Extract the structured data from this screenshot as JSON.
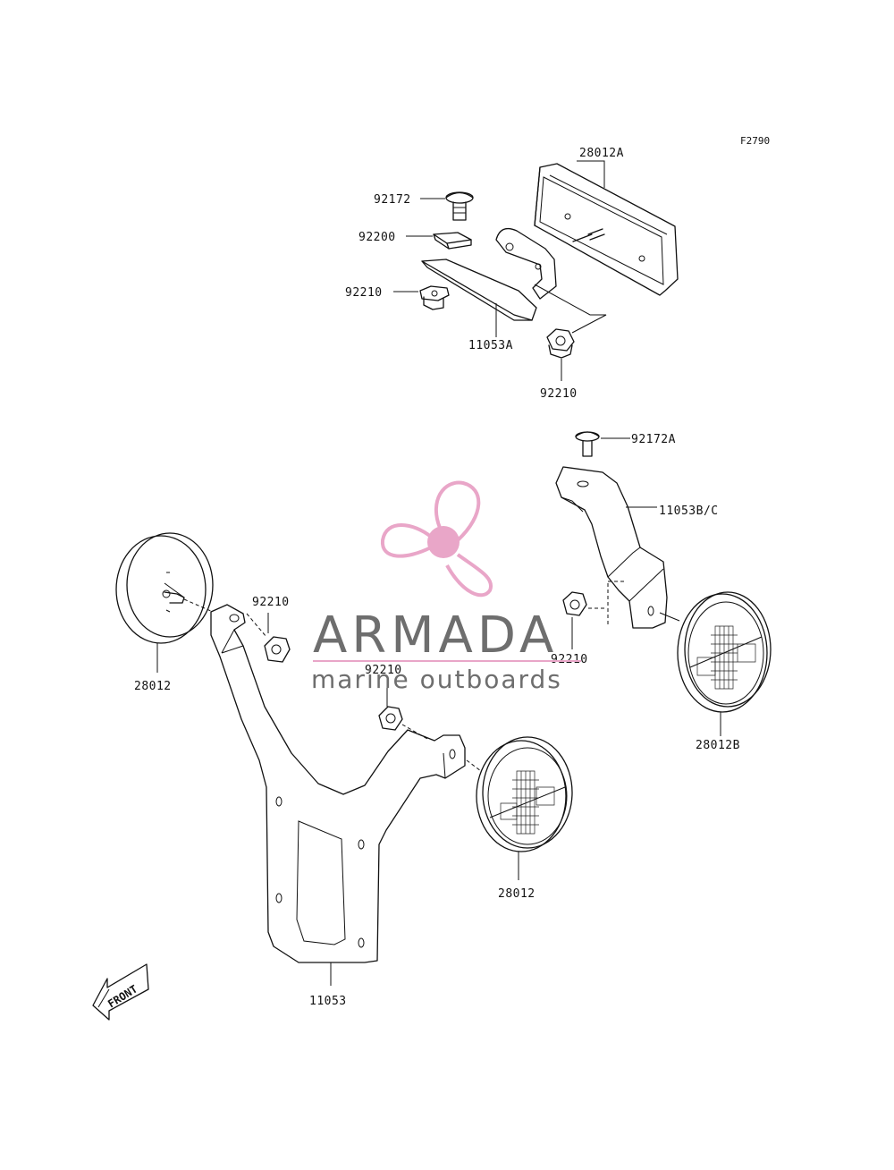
{
  "figure_code": "F2790",
  "front_label": "FRONT",
  "watermark": {
    "brand": "ARMADA",
    "tagline": "marine outboards",
    "logo_icon": "propeller-icon",
    "colors": {
      "logo": "#e9a6c8",
      "text": "#6e6e6e"
    }
  },
  "parts": {
    "p28012A": "28012A",
    "p92172": "92172",
    "p92200": "92200",
    "p92210_top": "92210",
    "p11053A": "11053A",
    "p92210_topnut": "92210",
    "p92172A": "92172A",
    "p11053BC": "11053B/C",
    "p92210_right": "92210",
    "p28012B": "28012B",
    "p92210_left": "92210",
    "p28012_left": "28012",
    "p92210_mid": "92210",
    "p28012_mid": "28012",
    "p11053": "11053"
  }
}
